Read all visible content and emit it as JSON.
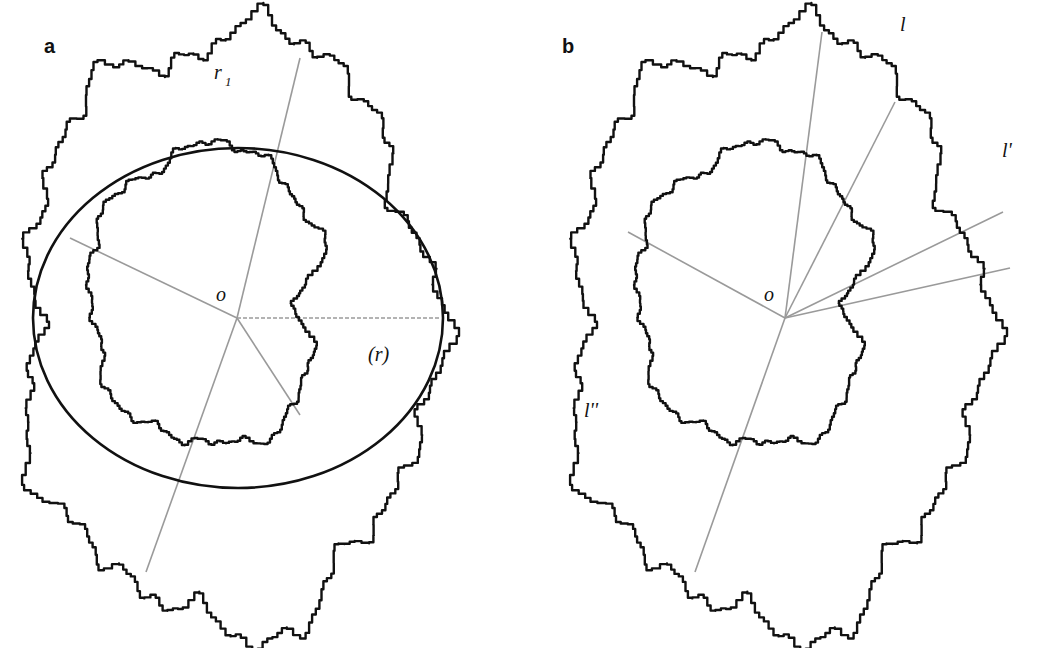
{
  "diagram": {
    "labels": [
      "a",
      "r",
      "1",
      "o",
      "(r)",
      "b",
      "l",
      "l'",
      "o",
      "l''"
    ]
  }
}
